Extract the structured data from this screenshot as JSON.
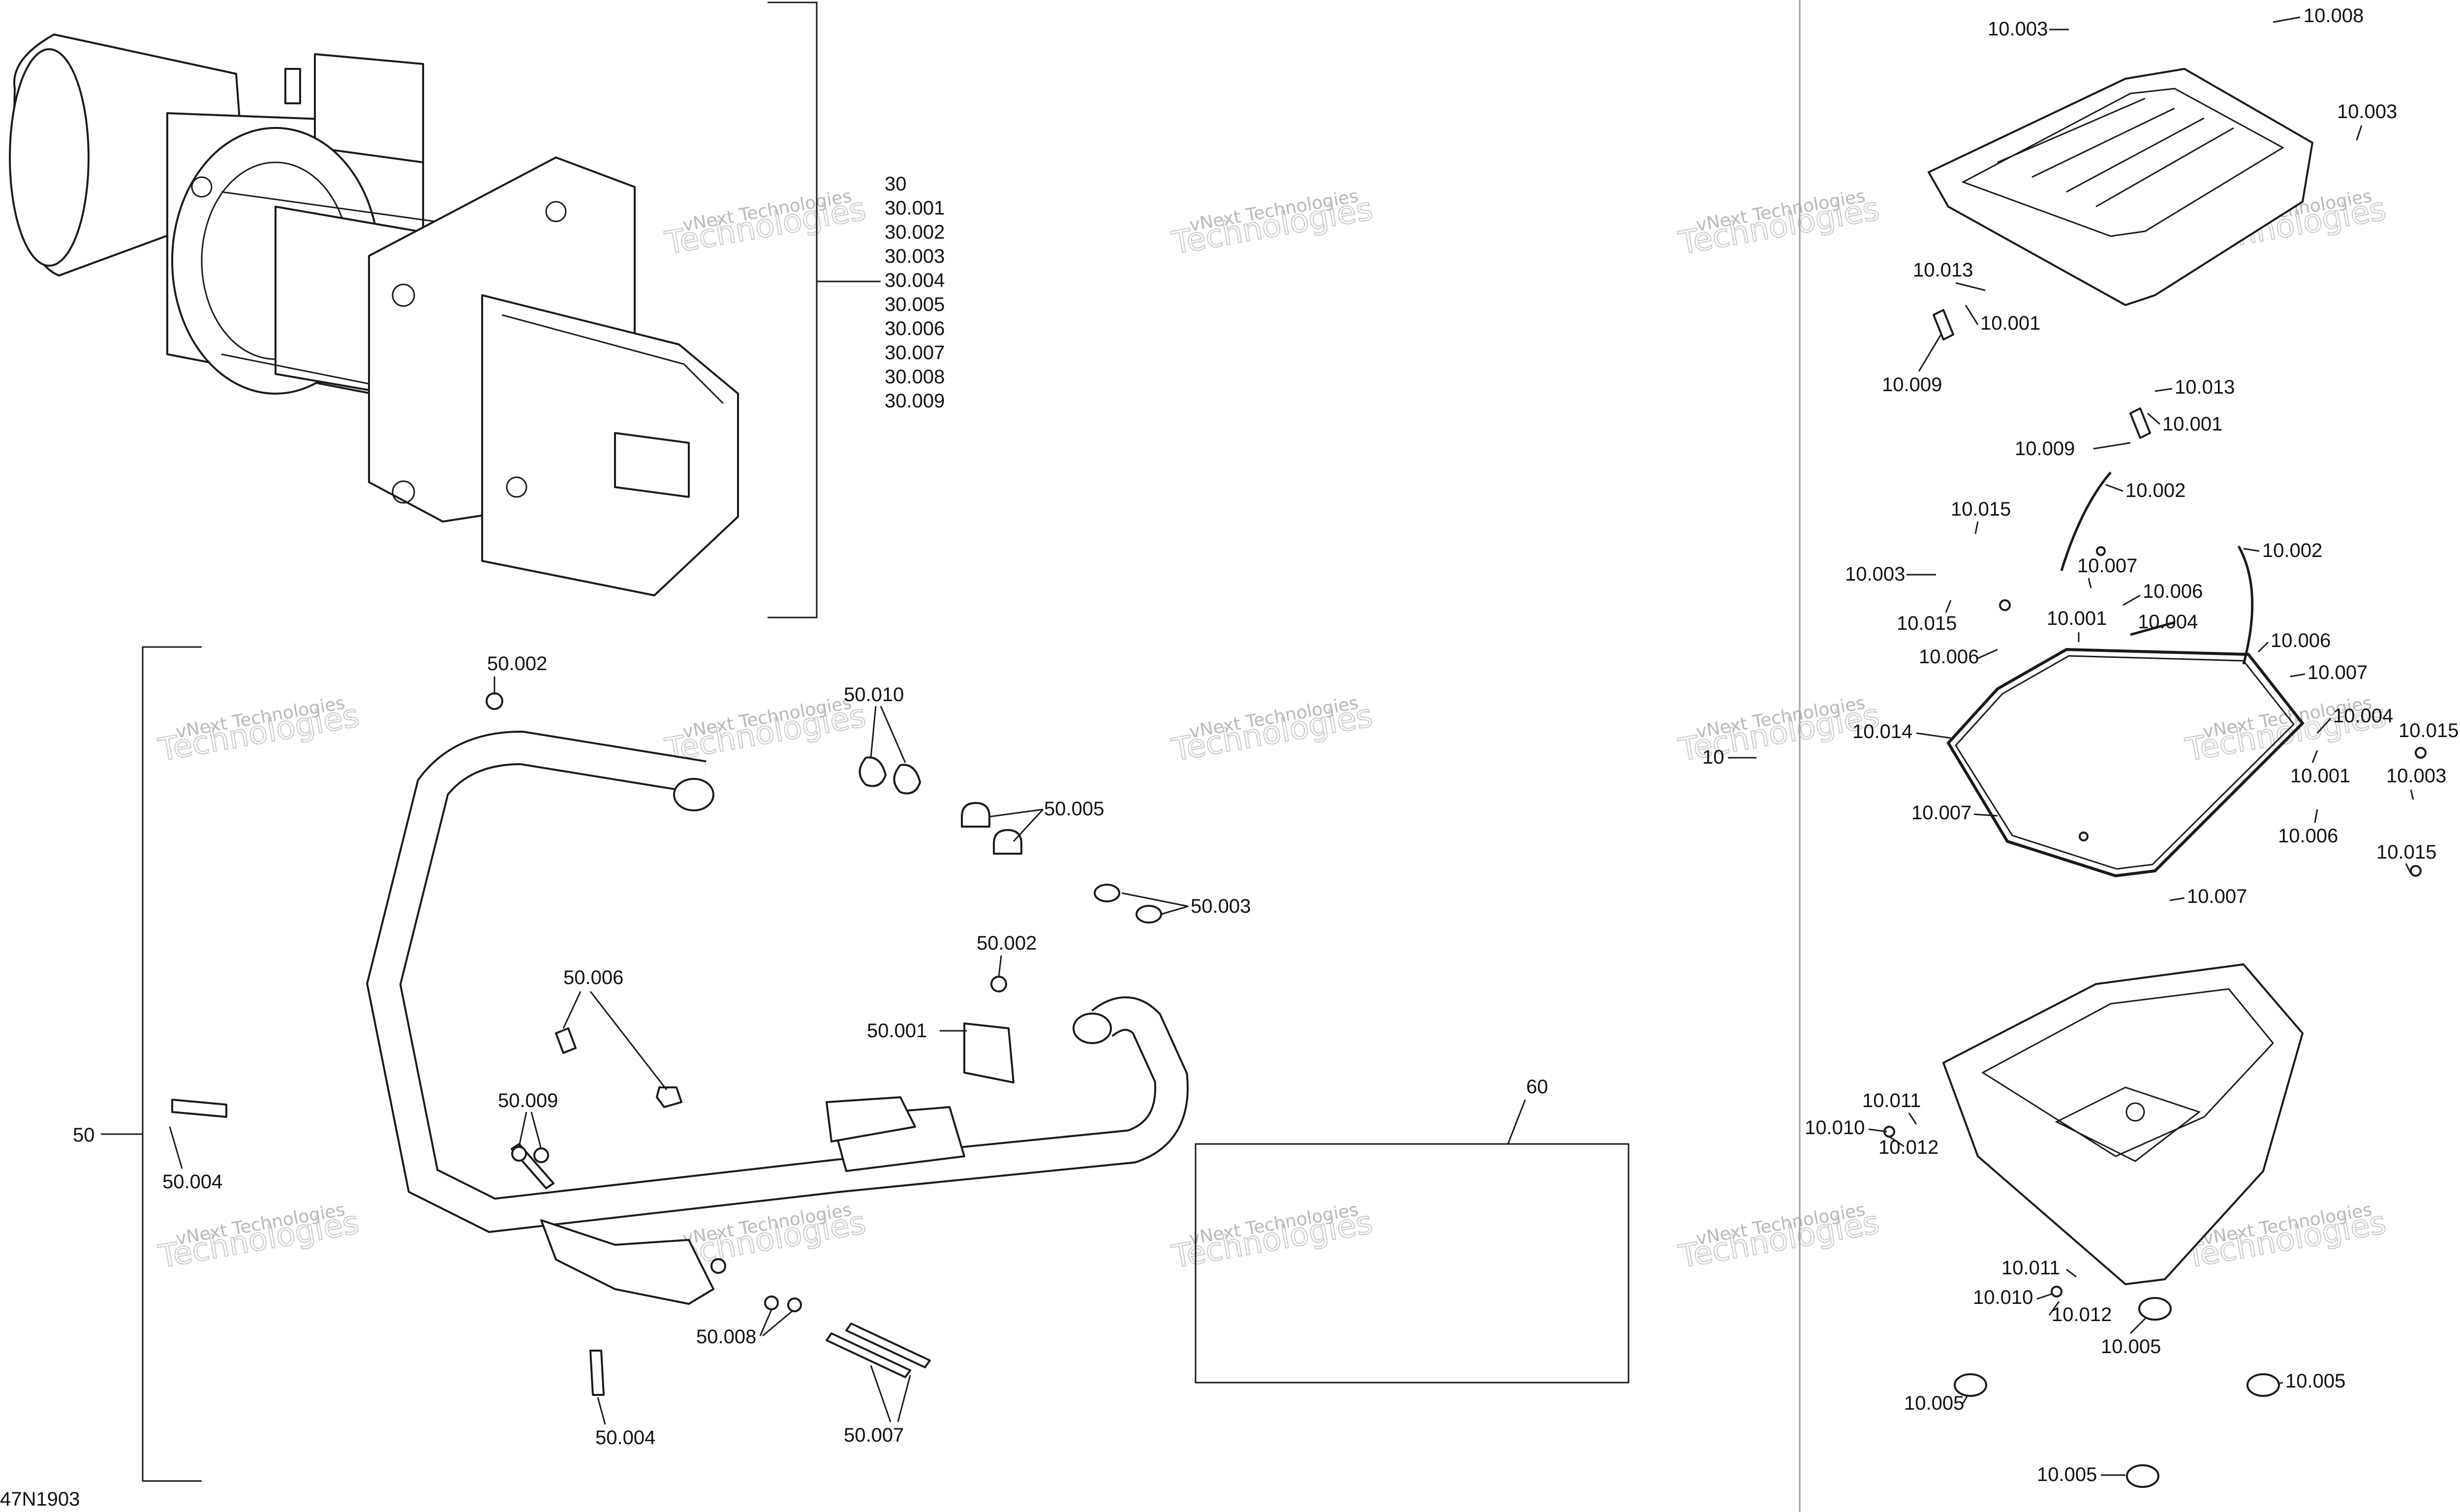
{
  "drawing_code": "47N1903",
  "watermark": {
    "line1": "vNext Technologies",
    "line2": "Technologies"
  },
  "groups": {
    "g30": {
      "main": "30",
      "items": [
        "30.001",
        "30.002",
        "30.003",
        "30.004",
        "30.005",
        "30.006",
        "30.007",
        "30.008",
        "30.009"
      ]
    },
    "g50": "50",
    "g60": "60",
    "g10": "10"
  },
  "labels": {
    "p50_002a": "50.002",
    "p50_010": "50.010",
    "p50_005": "50.005",
    "p50_003": "50.003",
    "p50_002b": "50.002",
    "p50_006": "50.006",
    "p50_001": "50.001",
    "p50_009": "50.009",
    "p50_004a": "50.004",
    "p50_008": "50.008",
    "p50_004b": "50.004",
    "p50_007": "50.007",
    "p10_003a": "10.003",
    "p10_008": "10.008",
    "p10_003b": "10.003",
    "p10_013a": "10.013",
    "p10_001a": "10.001",
    "p10_009a": "10.009",
    "p10_013b": "10.013",
    "p10_001b": "10.001",
    "p10_009b": "10.009",
    "p10_002a": "10.002",
    "p10_015a": "10.015",
    "p10_002b": "10.002",
    "p10_007a": "10.007",
    "p10_003c": "10.003",
    "p10_006a": "10.006",
    "p10_015b": "10.015",
    "p10_001c": "10.001",
    "p10_004a": "10.004",
    "p10_006b": "10.006",
    "p10_006c": "10.006",
    "p10_007b": "10.007",
    "p10_014": "10.014",
    "p10_004b": "10.004",
    "p10_015c": "10.015",
    "p10_001d": "10.001",
    "p10_003d": "10.003",
    "p10_007c": "10.007",
    "p10_006d": "10.006",
    "p10_015d": "10.015",
    "p10_007d": "10.007",
    "p10_011a": "10.011",
    "p10_010a": "10.010",
    "p10_012a": "10.012",
    "p10_011b": "10.011",
    "p10_010b": "10.010",
    "p10_012b": "10.012",
    "p10_005a": "10.005",
    "p10_005b": "10.005",
    "p10_005c": "10.005",
    "p10_005d": "10.005"
  }
}
